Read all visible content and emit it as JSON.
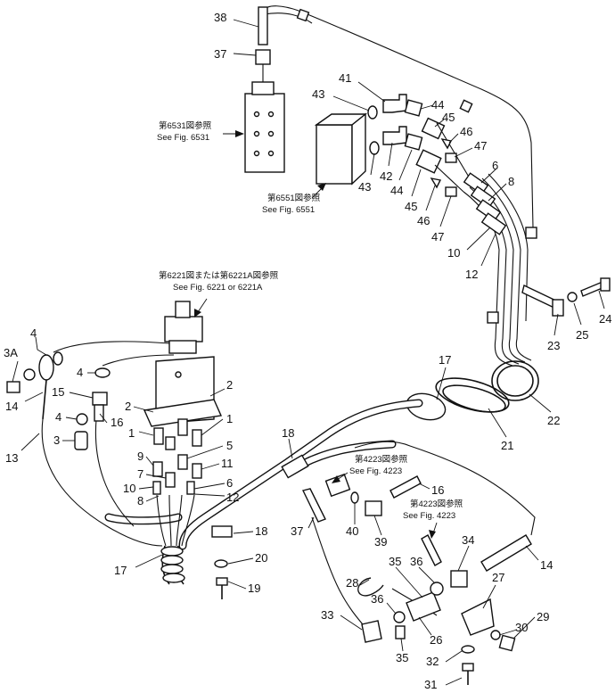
{
  "callouts": [
    {
      "id": "c38",
      "text": "38"
    },
    {
      "id": "c37a",
      "text": "37"
    },
    {
      "id": "c41",
      "text": "41"
    },
    {
      "id": "c43a",
      "text": "43"
    },
    {
      "id": "c44a",
      "text": "44"
    },
    {
      "id": "c45a",
      "text": "45"
    },
    {
      "id": "c46a",
      "text": "46"
    },
    {
      "id": "c47a",
      "text": "47"
    },
    {
      "id": "c6a",
      "text": "6"
    },
    {
      "id": "c8a",
      "text": "8"
    },
    {
      "id": "c43b",
      "text": "43"
    },
    {
      "id": "c42",
      "text": "42"
    },
    {
      "id": "c44b",
      "text": "44"
    },
    {
      "id": "c45b",
      "text": "45"
    },
    {
      "id": "c46b",
      "text": "46"
    },
    {
      "id": "c47b",
      "text": "47"
    },
    {
      "id": "c10a",
      "text": "10"
    },
    {
      "id": "c12a",
      "text": "12"
    },
    {
      "id": "c24",
      "text": "24"
    },
    {
      "id": "c25",
      "text": "25"
    },
    {
      "id": "c23",
      "text": "23"
    },
    {
      "id": "c4a",
      "text": "4"
    },
    {
      "id": "c3A",
      "text": "3A"
    },
    {
      "id": "c14a",
      "text": "14"
    },
    {
      "id": "c15",
      "text": "15"
    },
    {
      "id": "c4b",
      "text": "4"
    },
    {
      "id": "c4c",
      "text": "4"
    },
    {
      "id": "c16a",
      "text": "16"
    },
    {
      "id": "c3",
      "text": "3"
    },
    {
      "id": "c13",
      "text": "13"
    },
    {
      "id": "c2a",
      "text": "2"
    },
    {
      "id": "c2b",
      "text": "2"
    },
    {
      "id": "c1a",
      "text": "1"
    },
    {
      "id": "c1b",
      "text": "1"
    },
    {
      "id": "c5",
      "text": "5"
    },
    {
      "id": "c9",
      "text": "9"
    },
    {
      "id": "c7",
      "text": "7"
    },
    {
      "id": "c10b",
      "text": "10"
    },
    {
      "id": "c8b",
      "text": "8"
    },
    {
      "id": "c11",
      "text": "11"
    },
    {
      "id": "c6b",
      "text": "6"
    },
    {
      "id": "c12b",
      "text": "12"
    },
    {
      "id": "c17a",
      "text": "17"
    },
    {
      "id": "c22",
      "text": "22"
    },
    {
      "id": "c21",
      "text": "21"
    },
    {
      "id": "c18a",
      "text": "18"
    },
    {
      "id": "c16b",
      "text": "16"
    },
    {
      "id": "c37b",
      "text": "37"
    },
    {
      "id": "c40",
      "text": "40"
    },
    {
      "id": "c39",
      "text": "39"
    },
    {
      "id": "c34",
      "text": "34"
    },
    {
      "id": "c14b",
      "text": "14"
    },
    {
      "id": "c17b",
      "text": "17"
    },
    {
      "id": "c18b",
      "text": "18"
    },
    {
      "id": "c20",
      "text": "20"
    },
    {
      "id": "c19",
      "text": "19"
    },
    {
      "id": "c28",
      "text": "28"
    },
    {
      "id": "c35a",
      "text": "35"
    },
    {
      "id": "c36a",
      "text": "36"
    },
    {
      "id": "c27",
      "text": "27"
    },
    {
      "id": "c36b",
      "text": "36"
    },
    {
      "id": "c33",
      "text": "33"
    },
    {
      "id": "c26",
      "text": "26"
    },
    {
      "id": "c35b",
      "text": "35"
    },
    {
      "id": "c30",
      "text": "30"
    },
    {
      "id": "c29",
      "text": "29"
    },
    {
      "id": "c32",
      "text": "32"
    },
    {
      "id": "c31",
      "text": "31"
    }
  ],
  "references": {
    "fig6531_jp": "第6531図参照",
    "fig6531_en": "See Fig. 6531",
    "fig6551_jp": "第6551図参照",
    "fig6551_en": "See Fig. 6551",
    "fig6221_jp": "第6221図または第6221A図参照",
    "fig6221_en": "See Fig. 6221 or 6221A",
    "fig4223a_jp": "第4223図参照",
    "fig4223a_en": "See Fig. 4223",
    "fig4223b_jp": "第4223図参照",
    "fig4223b_en": "See Fig. 4223"
  }
}
